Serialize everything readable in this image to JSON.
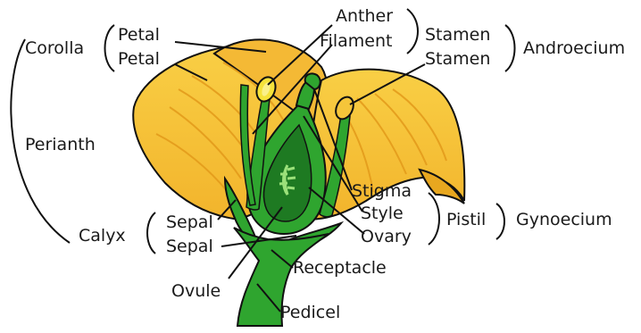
{
  "labels": {
    "corolla": "Corolla",
    "petal_1": "Petal",
    "petal_2": "Petal",
    "anther": "Anther",
    "filament": "Filament",
    "stamen_1": "Stamen",
    "stamen_2": "Stamen",
    "androecium": "Androecium",
    "perianth": "Perianth",
    "calyx": "Calyx",
    "sepal_1": "Sepal",
    "sepal_2": "Sepal",
    "stigma": "Stigma",
    "style": "Style",
    "ovary": "Ovary",
    "pistil": "Pistil",
    "gynoecium": "Gynoecium",
    "receptacle": "Receptacle",
    "ovule": "Ovule",
    "pedicel": "Pedicel"
  },
  "colors": {
    "petal": "#F6C23A",
    "petal_dark": "#E3A21E",
    "petal_vein": "#E09A1A",
    "green": "#2FA52F",
    "green_dark": "#1E7A22",
    "green_light": "#5CC44A",
    "anther": "#F5E23A",
    "stroke": "#111111"
  }
}
